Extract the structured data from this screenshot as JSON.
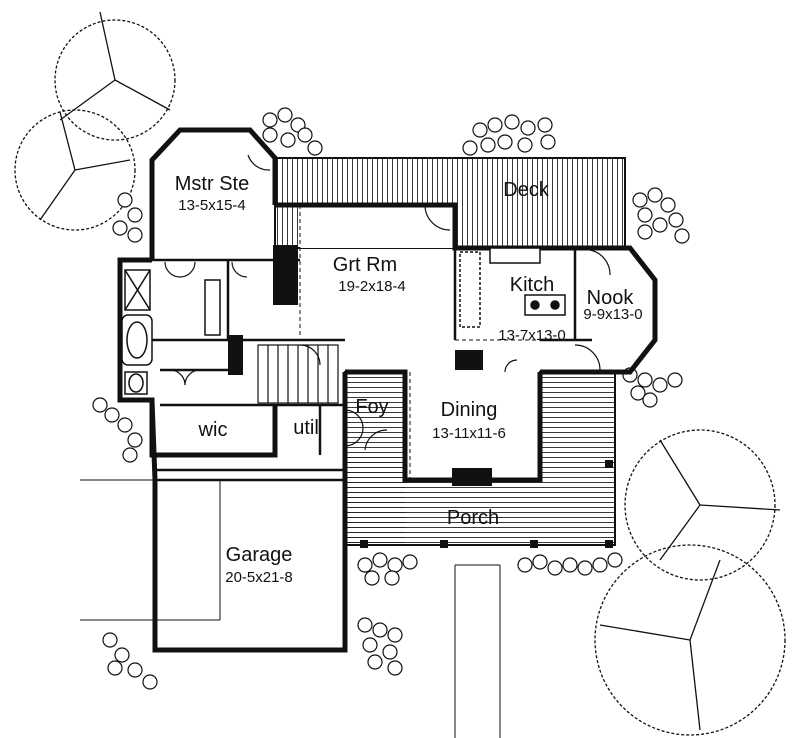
{
  "rooms": {
    "master": {
      "name": "Mstr Ste",
      "size": "13-5x15-4"
    },
    "deck": {
      "name": "Deck"
    },
    "great_room": {
      "name": "Grt Rm",
      "size": "19-2x18-4"
    },
    "kitchen": {
      "name": "Kitch",
      "size": "13-7x13-0"
    },
    "nook": {
      "name": "Nook",
      "size": "9-9x13-0"
    },
    "foyer": {
      "name": "Foy"
    },
    "dining": {
      "name": "Dining",
      "size": "13-11x11-6"
    },
    "wic": {
      "name": "wic"
    },
    "utility": {
      "name": "util"
    },
    "porch": {
      "name": "Porch"
    },
    "garage": {
      "name": "Garage",
      "size": "20-5x21-8"
    }
  },
  "colors": {
    "line": "#111111",
    "paper": "#ffffff",
    "fill": "#111111"
  }
}
